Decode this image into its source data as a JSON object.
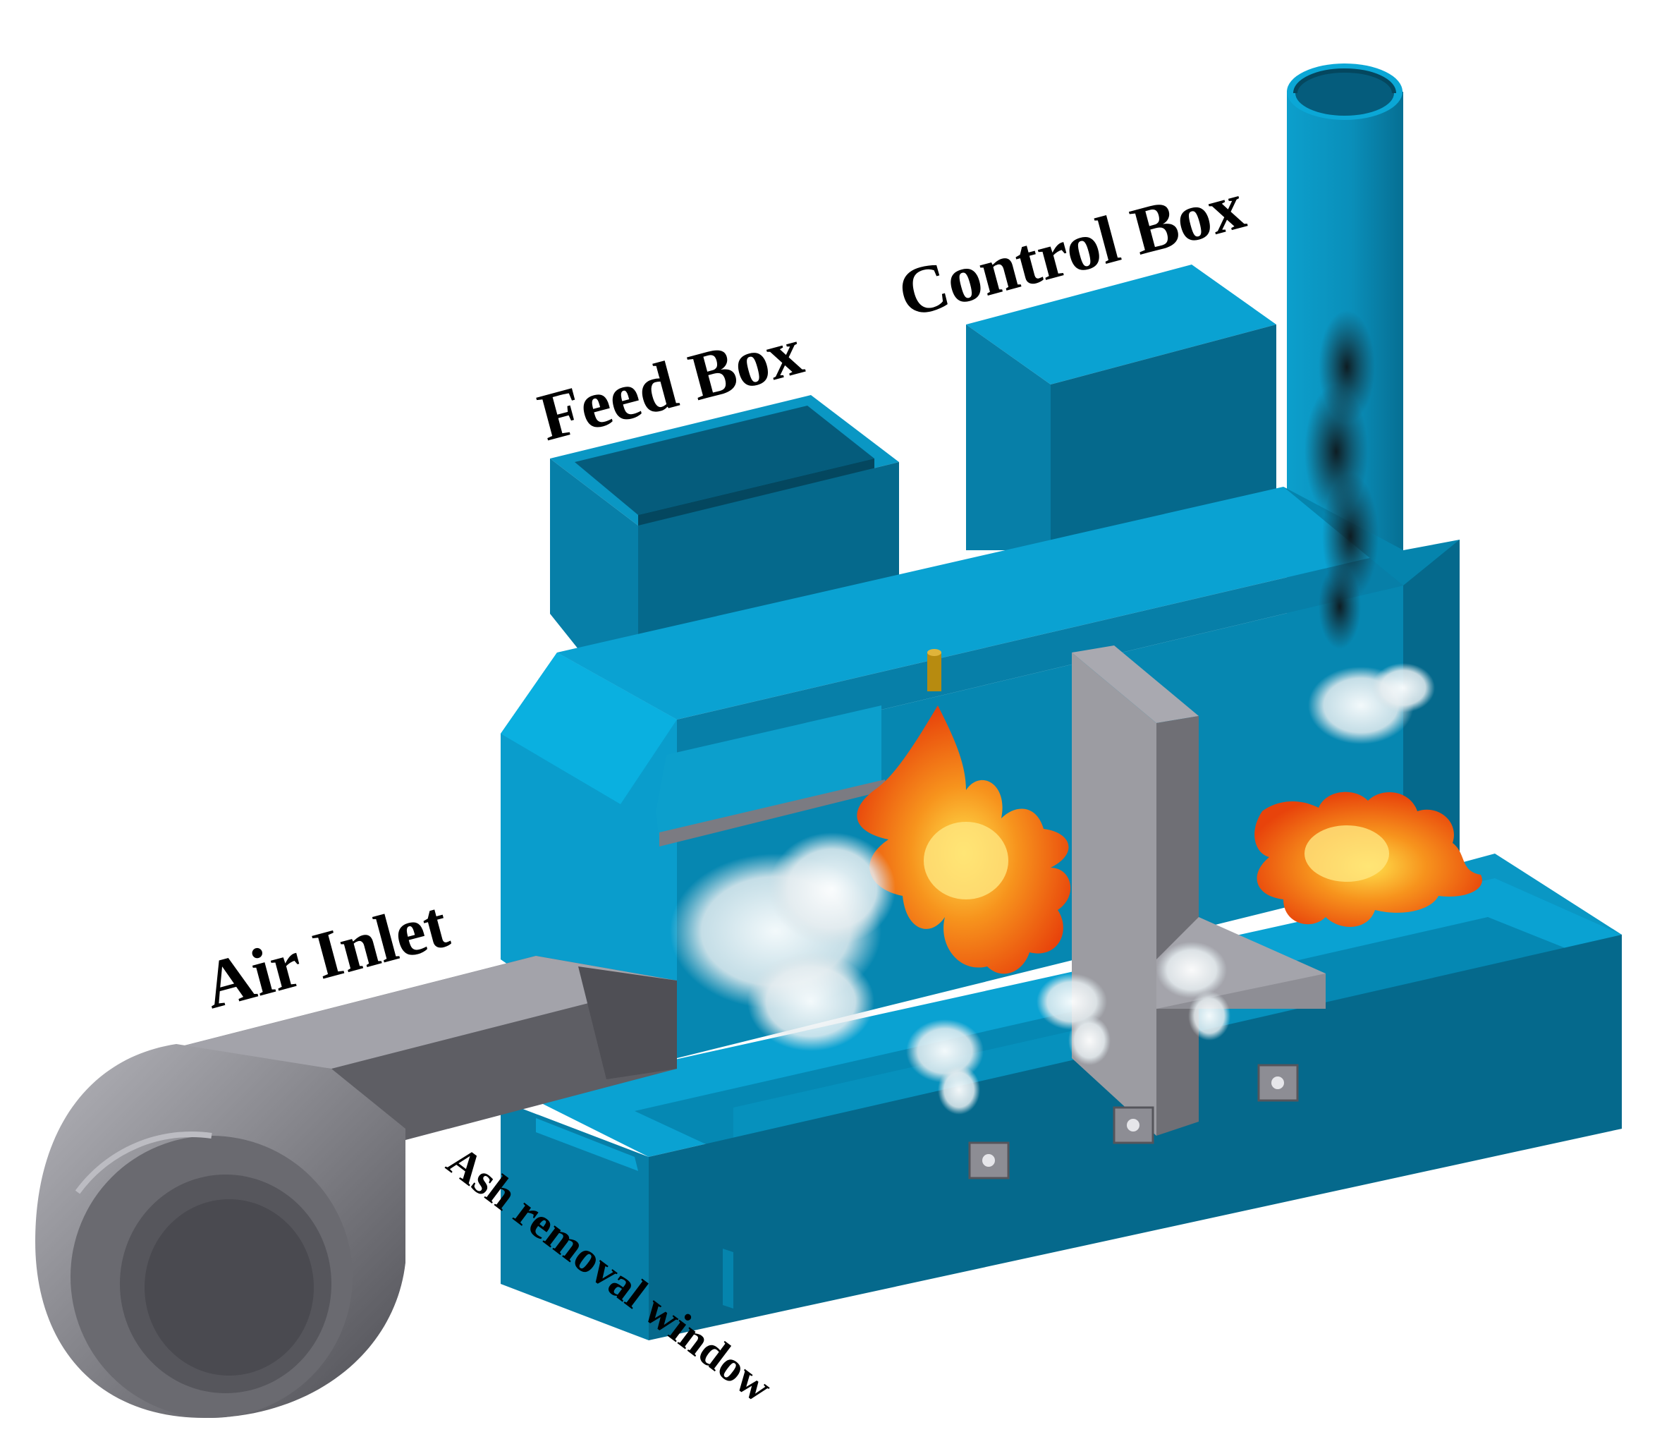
{
  "labels": {
    "feed_box": "Feed Box",
    "control_box": "Control Box",
    "air_inlet": "Air Inlet",
    "ash_window": "Ash removal window"
  },
  "colors": {
    "body_light": "#0a97c4",
    "body_mid": "#077fa8",
    "body_dark": "#05698c",
    "body_shadow": "#045371",
    "baffle_light": "#9c9ca2",
    "baffle_dark": "#6f6f75",
    "blower_light": "#a3a3aa",
    "blower_dark": "#5e5e64",
    "flame_outer": "#e8430b",
    "flame_mid": "#f7941d",
    "flame_core": "#ffe14d",
    "smoke_white": "#e6edf0",
    "smoke_dark": "#1d2a30"
  }
}
